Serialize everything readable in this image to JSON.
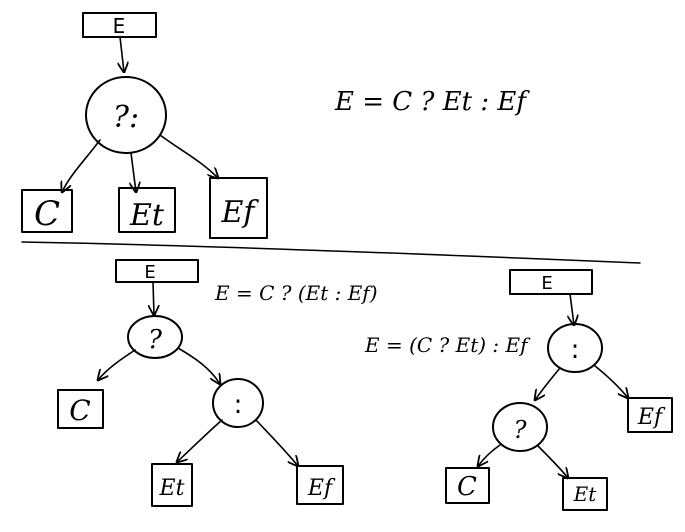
{
  "top_tree": {
    "root": "E",
    "node": "?:",
    "children": [
      "C",
      "Et",
      "Ef"
    ],
    "formula": "E = C ? Et : Ef"
  },
  "left_tree": {
    "root": "E",
    "formula": "E = C ? (Et : Ef)",
    "q_node": "?",
    "colon_node": ":",
    "leaf_c": "C",
    "leaf_et": "Et",
    "leaf_ef": "Ef"
  },
  "right_tree": {
    "root": "E",
    "formula": "E = (C ? Et) : Ef",
    "colon_node": ":",
    "q_node": "?",
    "leaf_ef": "Ef",
    "leaf_c": "C",
    "leaf_et": "Et"
  }
}
